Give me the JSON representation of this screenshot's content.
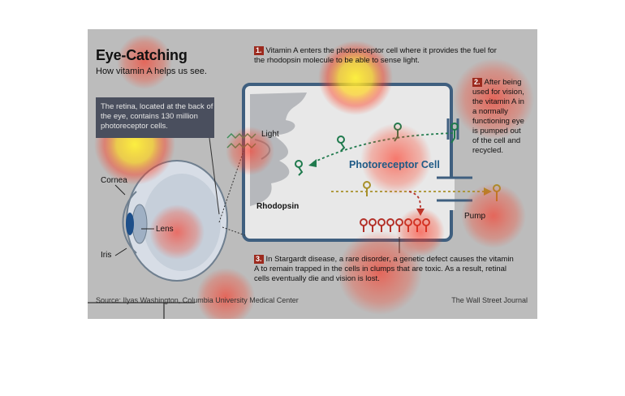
{
  "title": "Eye-Catching",
  "subtitle": "How vitamin A helps us see.",
  "retina_note": "The retina, located at the back of the eye, contains 130 million photoreceptor cells.",
  "labels": {
    "light": "Light",
    "cornea": "Cornea",
    "lens": "Lens",
    "iris": "Iris",
    "rhodopsin": "Rhodopsin",
    "photoreceptor_cell": "Photoreceptor Cell",
    "pump": "Pump"
  },
  "steps": [
    {
      "number": "1.",
      "text": "Vitamin A enters the photoreceptor cell where it provides the fuel for the rhodopsin molecule to be able to sense light."
    },
    {
      "number": "2.",
      "text": "After being used for vision, the vitamin A in a normally functioning eye is pumped out of the cell and recycled."
    },
    {
      "number": "3.",
      "text": "In Stargardt disease, a rare disorder, a genetic defect causes the vitamin A to remain trapped in the cells in clumps that are toxic. As a result, retinal cells eventually die and vision is lost."
    }
  ],
  "source": "Source: Ilyas Washington, Columbia University Medical Center",
  "credit": "The Wall Street Journal",
  "colors": {
    "background": "#bcbcbc",
    "cell_border": "#3f5f7f",
    "cell_fill": "#e8e8e8",
    "molecule_green": "#1f7a4d",
    "molecule_gold": "#a8902a",
    "molecule_red": "#b4322a",
    "step_number": "#9c2a1e",
    "heat_red": "#ff3b1f",
    "heat_yellow": "#fff23a"
  }
}
